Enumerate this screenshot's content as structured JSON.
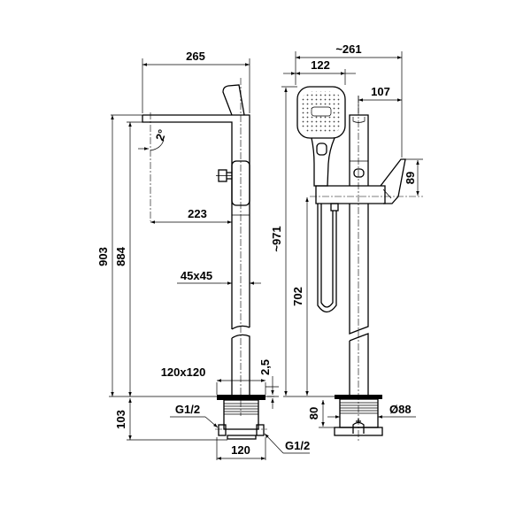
{
  "side_view": {
    "dim_overall_reach": "265",
    "dim_spout_angle": "2°",
    "dim_spout_reach": "223",
    "dim_total_height": "903",
    "dim_spout_height": "884",
    "dim_column_section": "45x45",
    "dim_flange_gap": "2,5",
    "dim_flange_size": "120x120",
    "dim_installation_depth": "103",
    "dim_inlet_left": "G1/2",
    "dim_inlet_right": "G1/2",
    "dim_box_width": "120"
  },
  "front_view": {
    "dim_overall_width": "~261",
    "dim_handshower_width": "122",
    "dim_lever_offset": "107",
    "dim_lever_height": "89",
    "dim_total_height": "~971",
    "dim_body_height": "702",
    "dim_box_depth": "80",
    "dim_box_diameter": "Ø88"
  }
}
